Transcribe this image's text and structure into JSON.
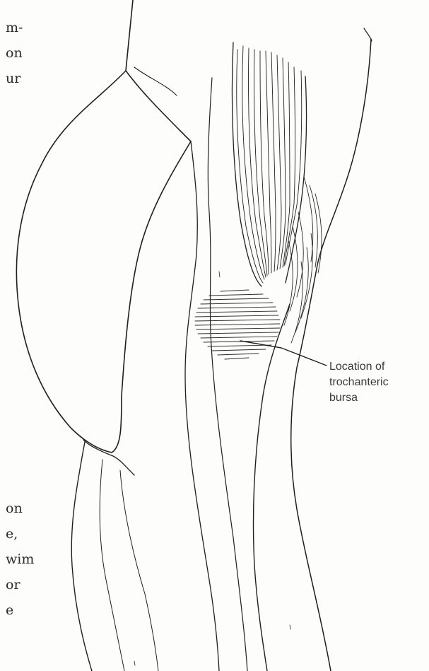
{
  "figure": {
    "callout_label": [
      "Location of",
      "trochanteric",
      "bursa"
    ],
    "background_color": "#fdfdfb",
    "line_color": "#1f1f1f",
    "hatch_color": "#2b2b2b"
  },
  "clipped_text": {
    "top_right": [
      "m-",
      "on",
      "ur"
    ],
    "bottom_left": [
      "on",
      "e,",
      "wim",
      "or",
      "e"
    ]
  }
}
